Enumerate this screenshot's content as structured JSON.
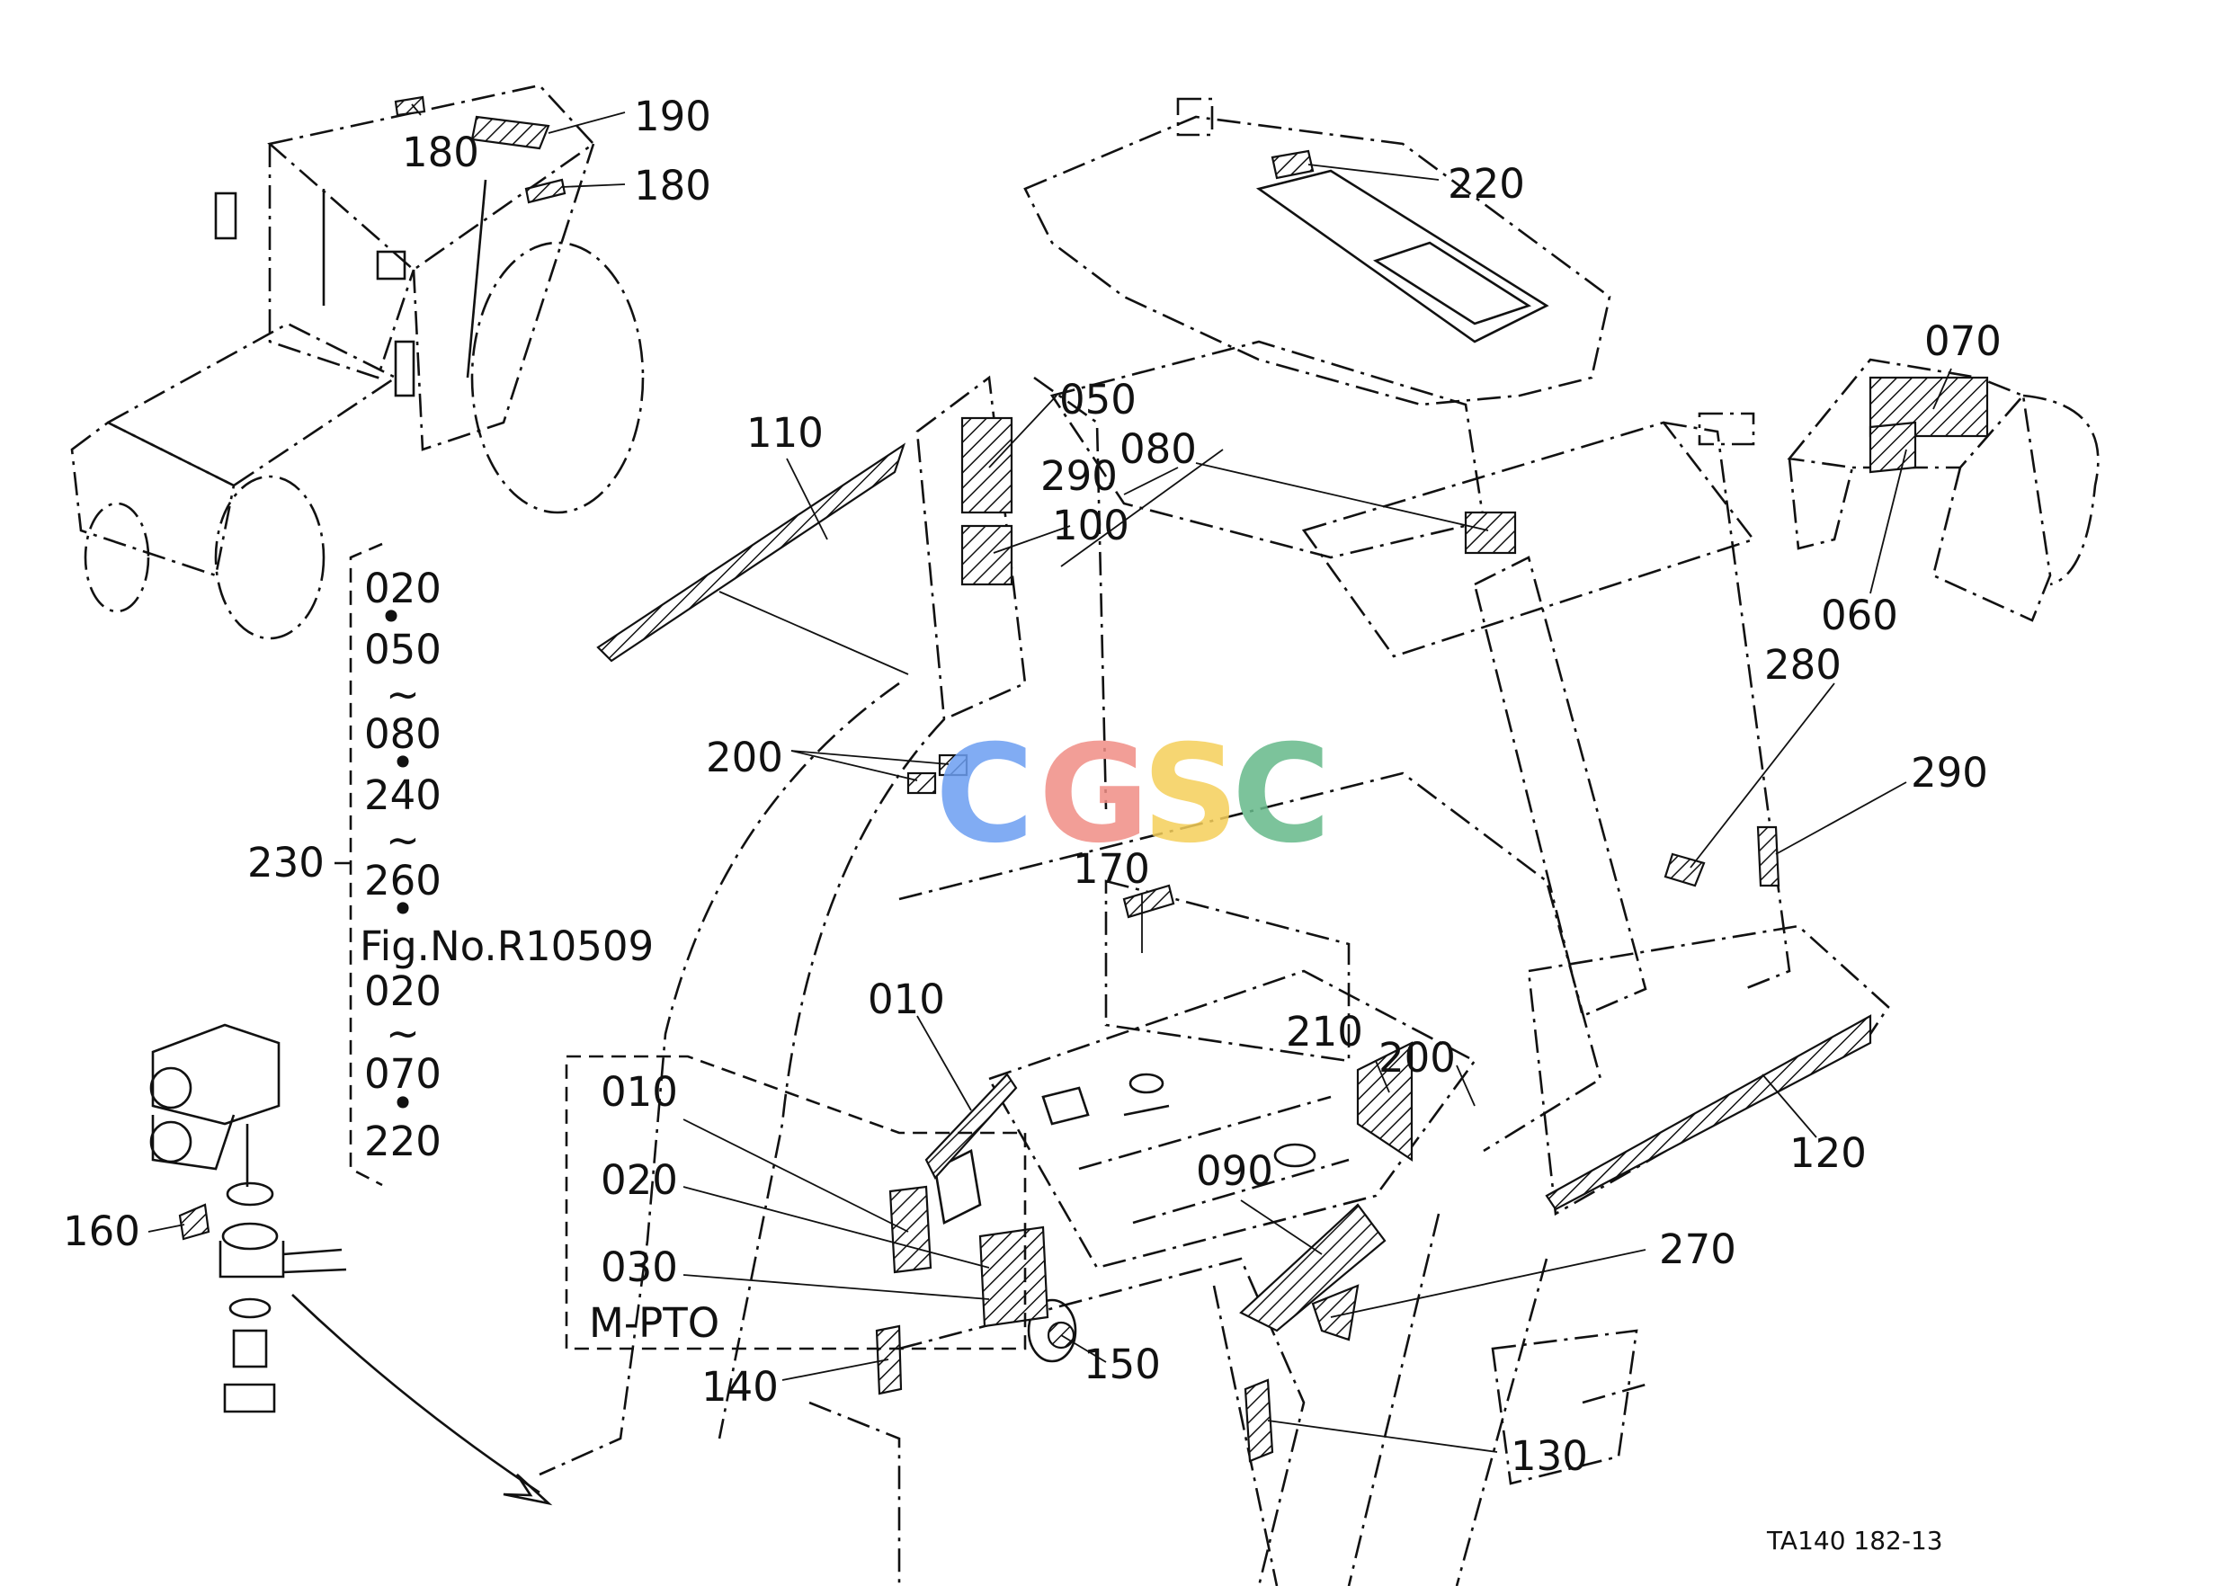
{
  "callouts": {
    "c190": "190",
    "c180a": "180",
    "c180b": "180",
    "c220": "220",
    "c070": "070",
    "c060": "060",
    "c050": "050",
    "c080": "080",
    "c290a": "290",
    "c100": "100",
    "c110": "110",
    "c280": "280",
    "c290b": "290",
    "c200a": "200",
    "c170": "170",
    "c010a": "010",
    "c210": "210",
    "c200b": "200",
    "c120": "120",
    "c010b": "010",
    "c020": "020",
    "c030": "030",
    "mpto": "M-PTO",
    "c090": "090",
    "c270": "270",
    "c150": "150",
    "c140": "140",
    "c130": "130",
    "c160": "160",
    "c230": "230"
  },
  "group_list": {
    "items": [
      "020",
      "•",
      "050",
      "~",
      "080",
      "•",
      "240",
      "~",
      "260",
      "•",
      "Fig.No.R10509",
      "020",
      "~",
      "070",
      "•",
      "220"
    ]
  },
  "watermark": {
    "letters": [
      "C",
      "G",
      "S",
      "C"
    ],
    "colors": [
      "#6c9ef2",
      "#f08e86",
      "#f5cf5a",
      "#66b98a"
    ]
  },
  "figure_code": "TA140  182-13"
}
